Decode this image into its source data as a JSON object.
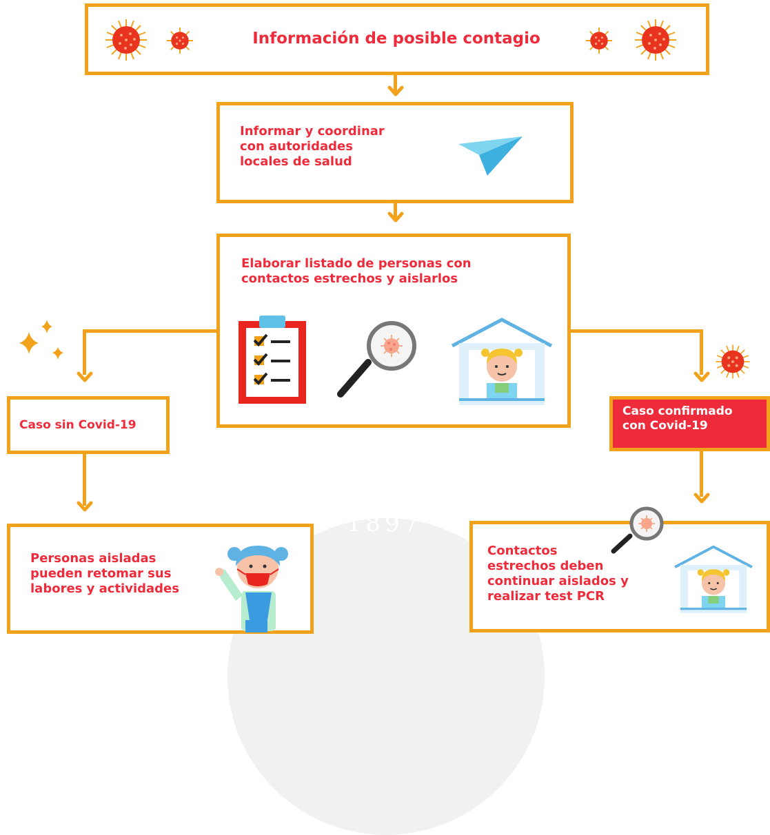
{
  "watermark": {
    "year": "1897"
  },
  "nodes": {
    "top": "Información de posible contagio",
    "inform": [
      "Informar y coordinar",
      "con autoridades",
      "locales de salud"
    ],
    "list": [
      "Elaborar listado de personas con",
      "contactos estrechos y aislarlos"
    ],
    "no_covid": "Caso sin Covid-19",
    "confirmed": [
      "Caso confirmado",
      "con Covid-19"
    ],
    "return_work": [
      "Personas aisladas",
      "pueden retomar sus",
      "labores y actividades"
    ],
    "contacts": [
      "Contactos",
      "estrechos deben",
      "continuar aislados y",
      "realizar test PCR"
    ]
  },
  "colors": {
    "border": "#f2a21a",
    "text": "#ee2b3b",
    "confirmed_fill": "#ee2b3b",
    "virus": "#e8331f"
  },
  "icons": [
    "virus-icon",
    "paper-plane-icon",
    "clipboard-checklist-icon",
    "magnifier-virus-icon",
    "child-at-home-icon",
    "sparkle-icon",
    "child-with-mask-icon"
  ]
}
